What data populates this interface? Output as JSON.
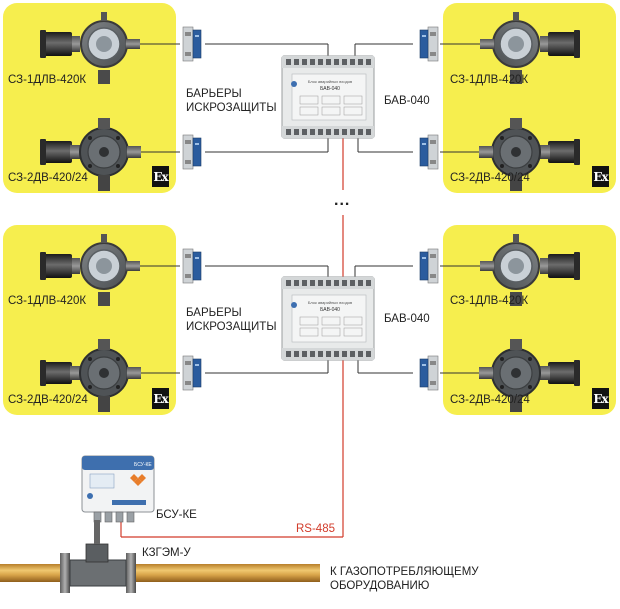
{
  "labels": {
    "sensor_top": "СЗ-1ДЛВ-420К",
    "sensor_bottom": "СЗ-2ДВ-420/24",
    "barriers_line1": "БАРЬЕРЫ",
    "barriers_line2": "ИСКРОЗАЩИТЫ",
    "bav": "БАВ-040",
    "ellipsis": "...",
    "bsu": "БСУ-КЕ",
    "rs485": "RS-485",
    "kzgem": "КЗГЭМ-У",
    "outlet_line1": "К ГАЗОПОТРЕБЛЯЮЩЕМУ",
    "outlet_line2": "ОБОРУДОВАНИЮ"
  },
  "ex_mark": "Ex",
  "device_text": {
    "bav_model": "БАВ-040",
    "bav_title": "Блок аварийных входов",
    "bsu_model": "БСУ-КЕ"
  },
  "colors": {
    "zone": "#f6ee4e",
    "rs485_line": "#d23b2a",
    "wire": "#333333",
    "pipe": "#d9a54a"
  }
}
